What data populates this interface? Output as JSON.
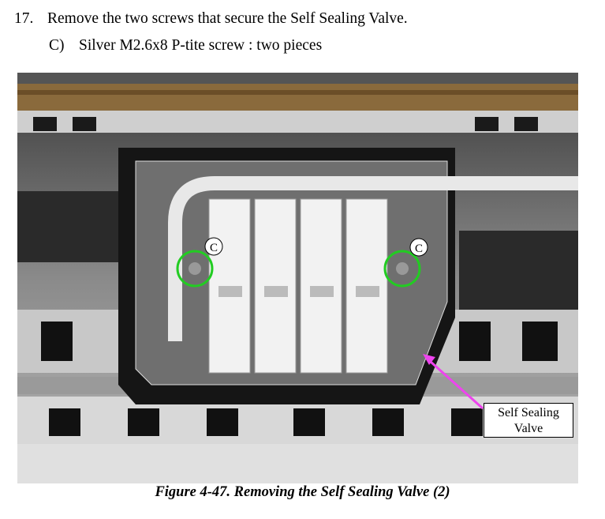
{
  "step": {
    "number": "17.",
    "text": "Remove the two screws that secure the Self Sealing Valve."
  },
  "substep": {
    "label": "C)",
    "text": "Silver M2.6x8 P-tite screw : two pieces"
  },
  "figure": {
    "callout_marker": "C",
    "callout_label_line1": "Self Sealing",
    "callout_label_line2": "Valve",
    "caption": "Figure 4-47.  Removing the Self Sealing Valve (2)",
    "highlight_color": "#22cc22",
    "arrow_color": "#ee44ee"
  }
}
